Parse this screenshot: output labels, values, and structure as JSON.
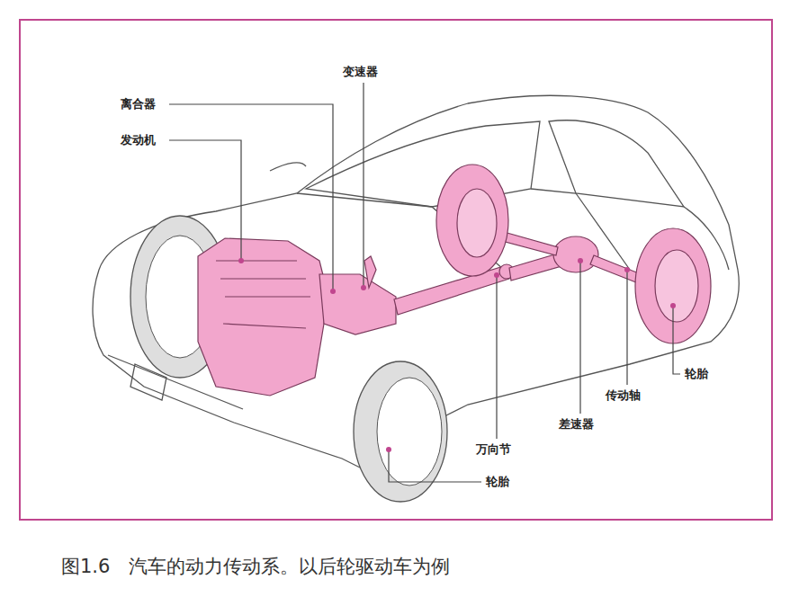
{
  "diagram": {
    "caption": "图1.6　汽车的动力传动系。以后轮驱动车为例",
    "labels": [
      "变速器",
      "离合器",
      "发动机",
      "轮胎",
      "传动轴",
      "差速器",
      "万向节",
      "轮胎"
    ]
  }
}
